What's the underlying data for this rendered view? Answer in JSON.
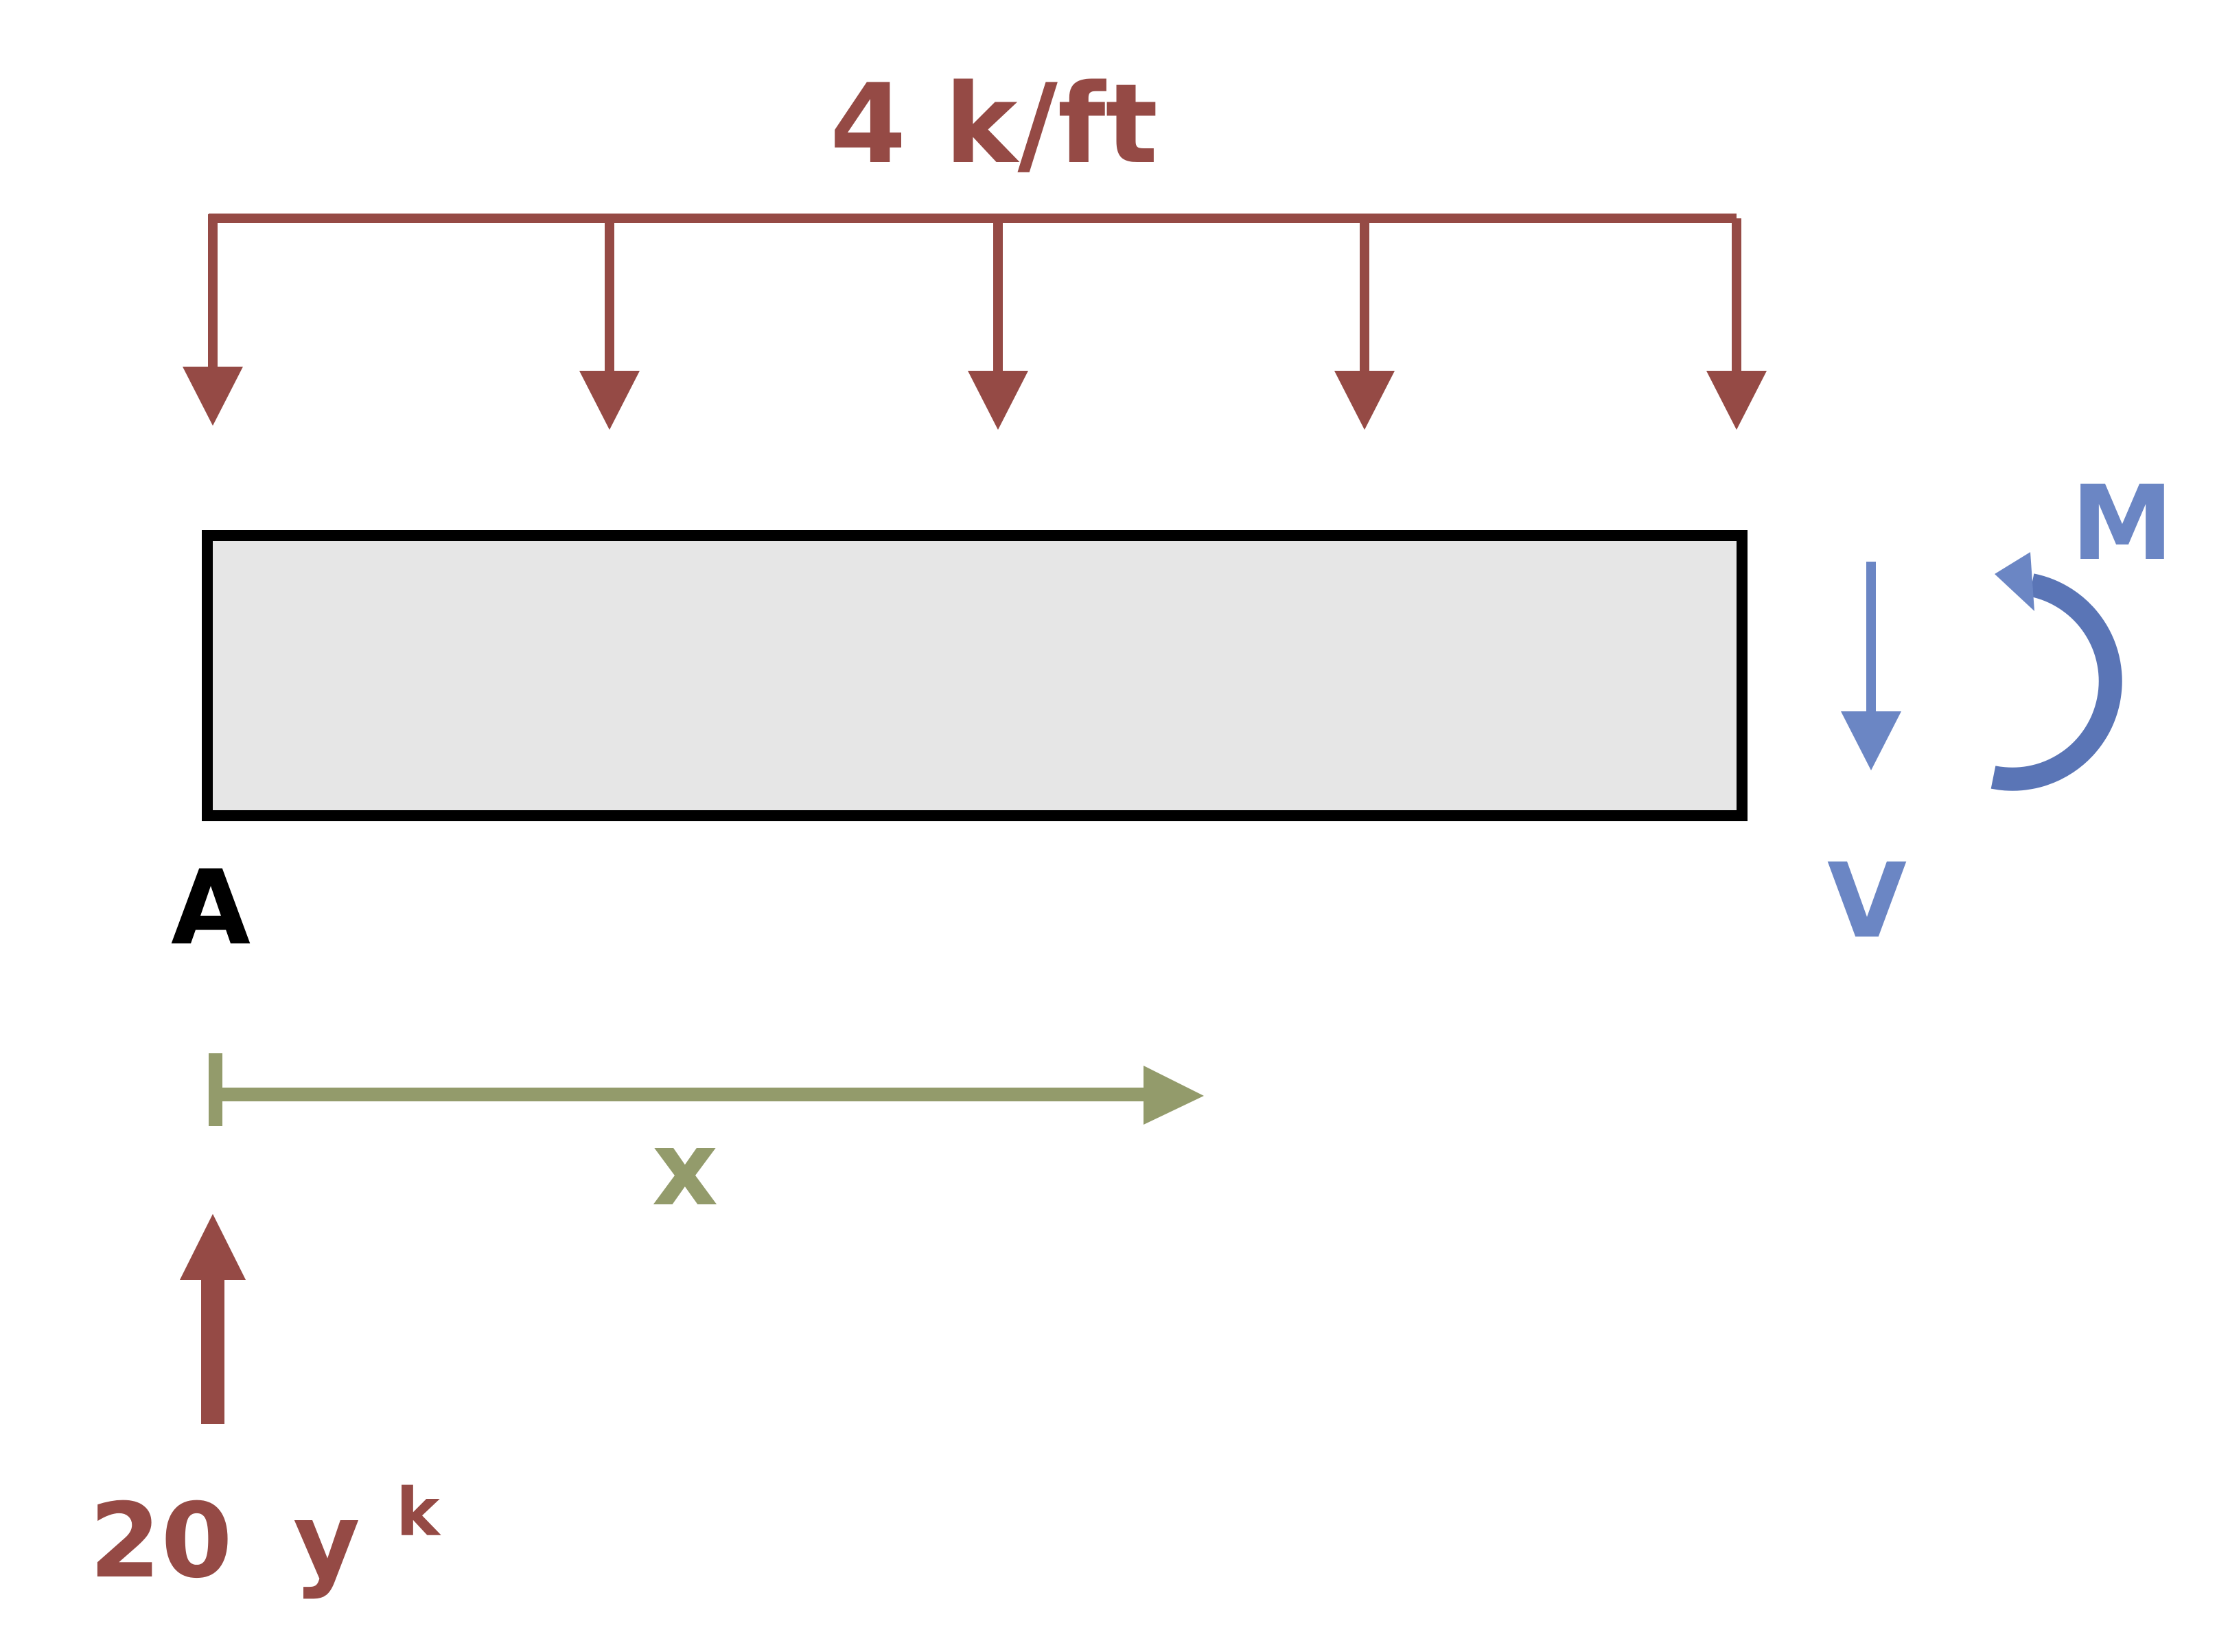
{
  "diagram": {
    "load_label": "4 k/ft",
    "point_a_label": "A",
    "x_label": "x",
    "moment_label": "M",
    "shear_label": "V",
    "reaction_value": "20",
    "reaction_unit": "y",
    "reaction_superscript": "k"
  },
  "colors": {
    "load": "#954a45",
    "beam_fill": "#e6e6e6",
    "beam_stroke": "#000000",
    "internal": "#6b86c4",
    "internal_dark": "#5068a0",
    "coordinate": "#939b6b",
    "text_dark": "#000000"
  }
}
